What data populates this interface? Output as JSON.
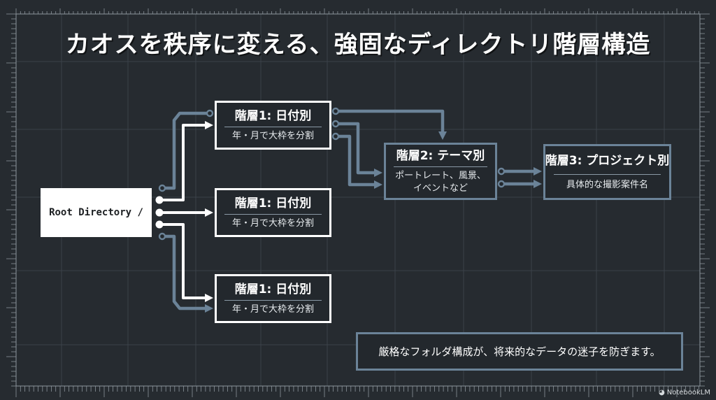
{
  "title": "カオスを秩序に変える、強固なディレクトリ階層構造",
  "colors": {
    "background": "#262b30",
    "grid": "#3b4249",
    "ruler": "#8c959c",
    "primary_line": "#ffffff",
    "secondary_line": "#6b8398"
  },
  "root": {
    "label": "Root Directory /"
  },
  "tier1": [
    {
      "head": "階層1: 日付別",
      "sub": "年・月で大枠を分割"
    },
    {
      "head": "階層1: 日付別",
      "sub": "年・月で大枠を分割"
    },
    {
      "head": "階層1: 日付別",
      "sub": "年・月で大枠を分割"
    }
  ],
  "tier2": {
    "head": "階層2: テーマ別",
    "sub_line1": "ポートレート、風景、",
    "sub_line2": "イベントなど"
  },
  "tier3": {
    "head": "階層3: プロジェクト別",
    "sub": "具体的な撮影案件名"
  },
  "note": "厳格なフォルダ構成が、将来的なデータの迷子を防ぎます。",
  "brand": {
    "icon": "notebooklm-logo-icon",
    "label": "NotebookLM"
  }
}
